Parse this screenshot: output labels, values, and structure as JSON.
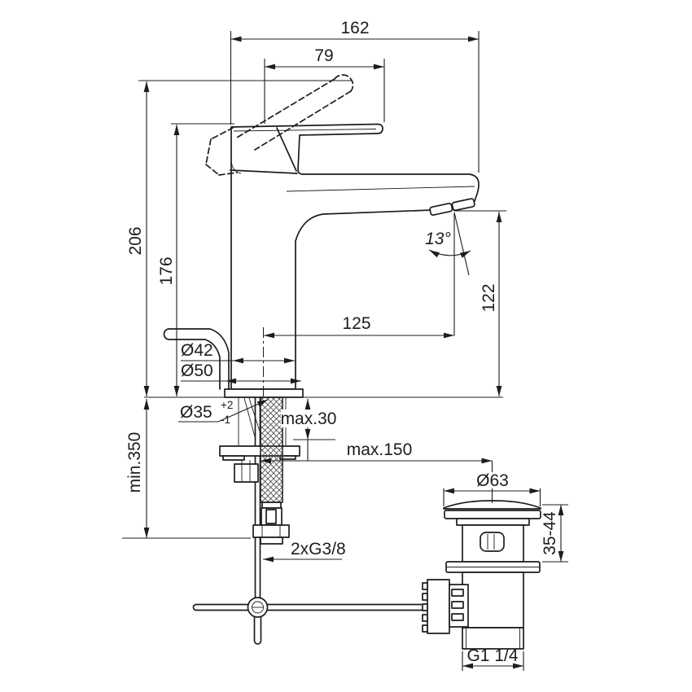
{
  "dims": {
    "total_projection": "162",
    "handle_projection": "79",
    "overall_height": "206",
    "body_height": "176",
    "outlet_height": "122",
    "spout_reach": "125",
    "body_diameter": "Ø42",
    "base_diameter": "Ø50",
    "hole_diameter": "Ø35",
    "hole_tolerance_plus": "+2",
    "hole_tolerance_minus": "-1",
    "deck_thickness_max": "max.30",
    "waste_offset_max": "max.150",
    "hose_min_length": "min.350",
    "supply_connections": "2xG3/8",
    "waste_flange_diameter": "Ø63",
    "waste_height_range": "35-44",
    "waste_thread": "G1 1/4",
    "outlet_angle": "13°"
  },
  "colors": {
    "line": "#1d1d1b",
    "background": "#ffffff"
  }
}
